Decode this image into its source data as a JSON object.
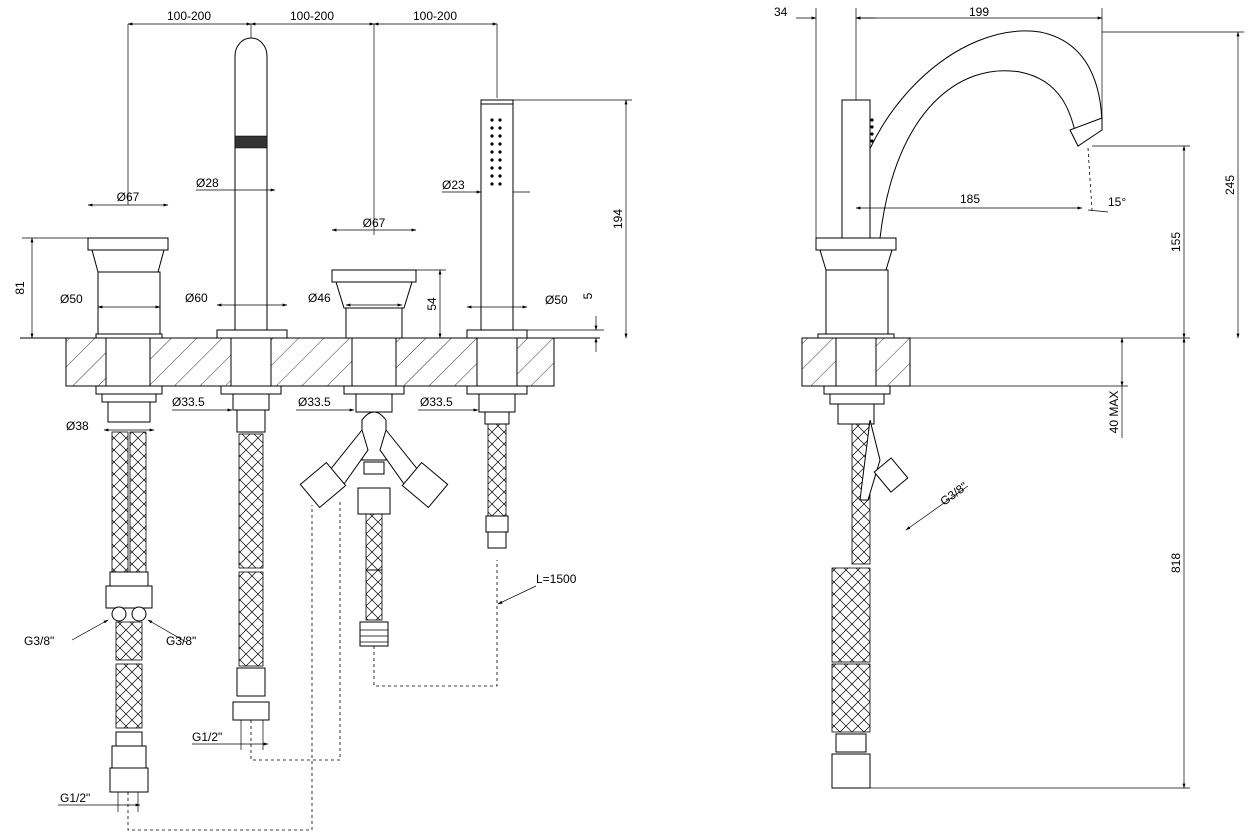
{
  "front_view": {
    "spacing_1": "100-200",
    "spacing_2": "100-200",
    "spacing_3": "100-200",
    "handle_left_diameter_top": "Ø67",
    "handle_left_diameter_base": "Ø50",
    "handle_left_height": "81",
    "spout_diameter": "Ø28",
    "spout_base_diameter": "Ø60",
    "diverter_diameter_top": "Ø67",
    "diverter_diameter_base": "Ø46",
    "diverter_height": "54",
    "shower_diameter": "Ø23",
    "shower_base_diameter": "Ø50",
    "shower_base_height": "5",
    "shower_height": "194",
    "shank_1": "Ø33.5",
    "shank_2": "Ø33.5",
    "shank_3": "Ø33.5",
    "flange_diameter": "Ø38",
    "thread_left_1": "G3/8\"",
    "thread_left_2": "G3/8\"",
    "thread_spout": "G1/2\"",
    "thread_bottom": "G1/2\"",
    "hose_length": "L=1500"
  },
  "side_view": {
    "offset": "34",
    "reach": "199",
    "projection": "185",
    "angle": "15°",
    "thread": "G3/8\"",
    "total_height": "245",
    "handle_height": "155",
    "deck_thickness": "40 MAX",
    "hose_length": "818"
  }
}
